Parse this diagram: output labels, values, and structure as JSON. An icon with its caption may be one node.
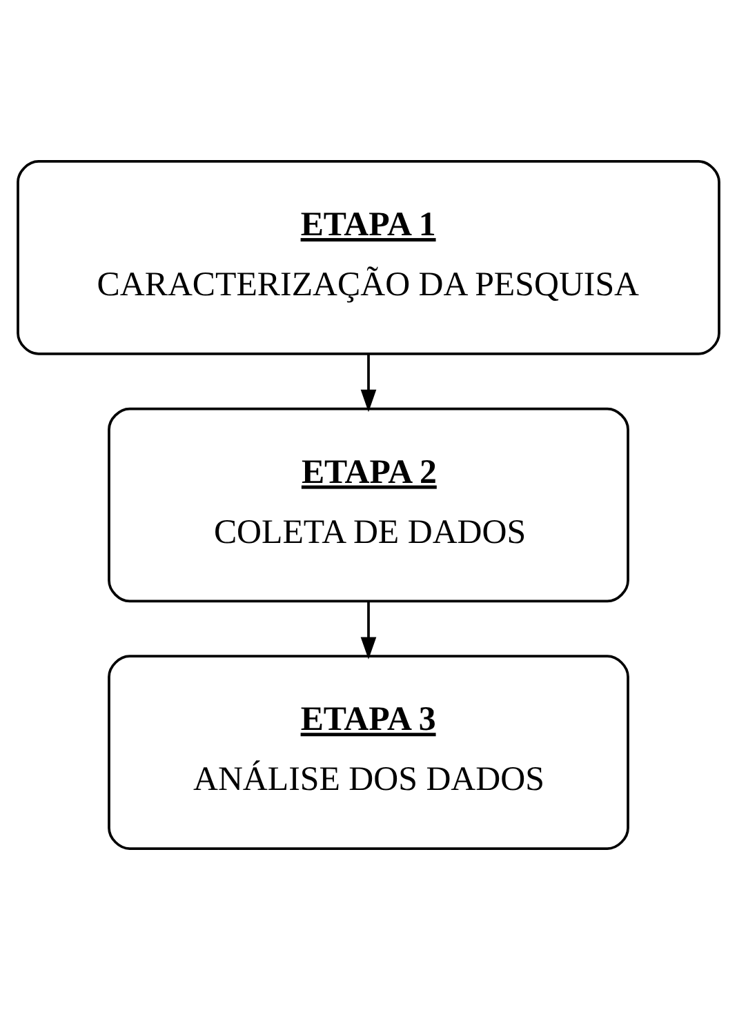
{
  "diagram": {
    "nodes": [
      {
        "text": [
          "ETAPA 1",
          "CARACTERIZAÇÃO DA PESQUISA"
        ]
      },
      {
        "text": [
          "ETAPA 2",
          "COLETA DE DADOS"
        ]
      },
      {
        "text": [
          "ETAPA 3",
          "ANÁLISE DOS DADOS"
        ]
      }
    ],
    "edges": [
      {
        "from": 0,
        "to": 1,
        "arrow": "to"
      },
      {
        "from": 1,
        "to": 2,
        "arrow": "to"
      }
    ]
  }
}
